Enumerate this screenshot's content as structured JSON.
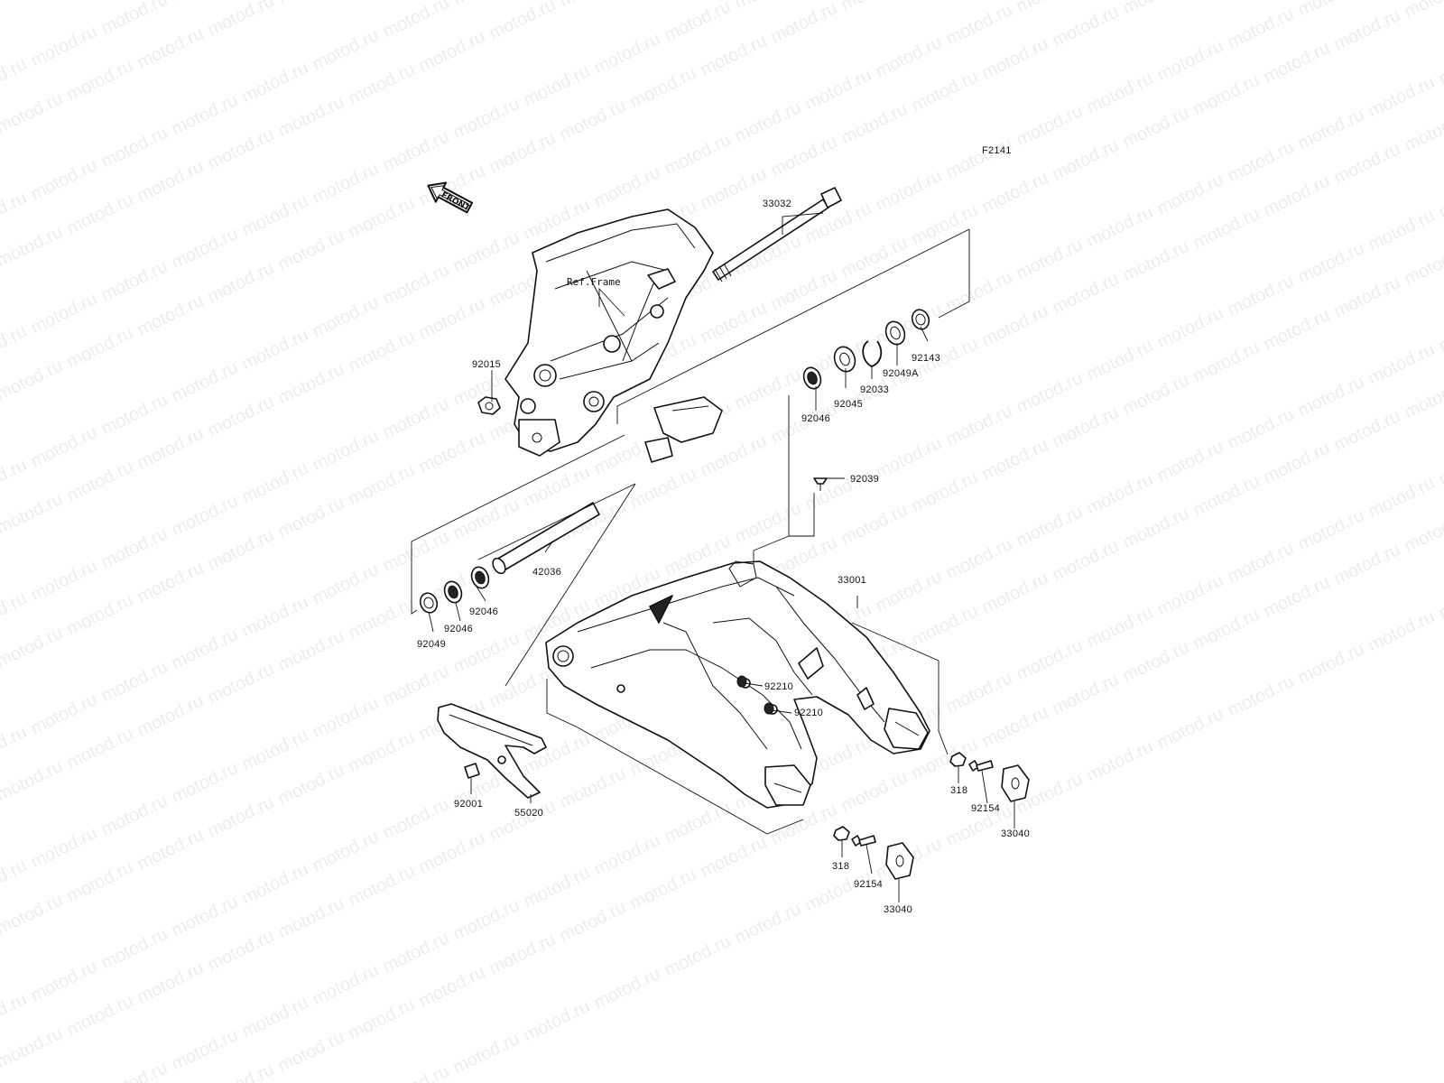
{
  "diagram_code": "F2141",
  "front_label": "FRONT",
  "frame_label": "Ref.Frame",
  "watermark": "motod.ru",
  "parts": {
    "p33032": "33032",
    "p92015": "92015",
    "p92143": "92143",
    "p92049A": "92049A",
    "p92033": "92033",
    "p92045": "92045",
    "p92046_top": "92046",
    "p92039": "92039",
    "p42036": "42036",
    "p92046_a": "92046",
    "p92046_b": "92046",
    "p92049": "92049",
    "p33001": "33001",
    "p92210_a": "92210",
    "p92210_b": "92210",
    "p318_a": "318",
    "p92154_a": "92154",
    "p33040_a": "33040",
    "p318_b": "318",
    "p92154_b": "92154",
    "p33040_b": "33040",
    "p92001": "92001",
    "p55020": "55020"
  }
}
